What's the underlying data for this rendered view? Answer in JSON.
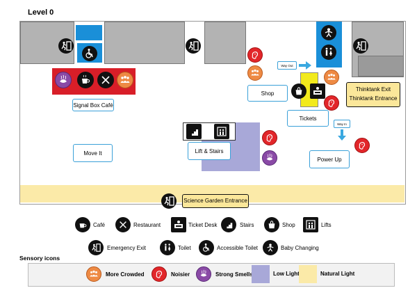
{
  "floor": {
    "title": "Level 0"
  },
  "rooms": {
    "signal_box_cafe": "Signal Box Café",
    "move_it": "Move It",
    "lift_stairs": "Lift & Stairs",
    "shop": "Shop",
    "tickets": "Tickets",
    "power_up": "Power Up",
    "thinktank_exit": "Thinktank Exit",
    "thinktank_entrance": "Thinktank Entrance",
    "science_garden_entrance": "Science Garden Entrance",
    "way_out": "Way Out",
    "way_in": "Way In"
  },
  "legend": {
    "cafe": "Café",
    "restaurant": "Restaurant",
    "ticket_desk": "Ticket Desk",
    "stairs": "Stairs",
    "shop": "Shop",
    "lifts": "Lifts",
    "emergency_exit": "Emergency Exit",
    "toilet": "Toilet",
    "accessible_toilet": "Accessible Toilet",
    "baby_changing": "Baby Changing"
  },
  "sensory": {
    "title": "Sensory icons",
    "more_crowded": "More Crowded",
    "noisier": "Noisier",
    "strong_smells": "Strong Smells",
    "low_light": "Low Light",
    "natural_light": "Natural Light"
  },
  "colors": {
    "natural_light": "#fbeaa8",
    "low_light": "#a8a8d8",
    "cafe_band": "#d81e28",
    "accent_blue": "#1a8fd8",
    "ticket_yellow": "#f2ea1c"
  },
  "icons": [
    "cafe-icon",
    "restaurant-icon",
    "ticket-desk-icon",
    "stairs-icon",
    "shop-icon",
    "lift-icon",
    "emergency-exit-icon",
    "toilet-icon",
    "accessible-toilet-icon",
    "baby-changing-icon",
    "more-crowded-icon",
    "noisier-icon",
    "strong-smells-icon"
  ]
}
